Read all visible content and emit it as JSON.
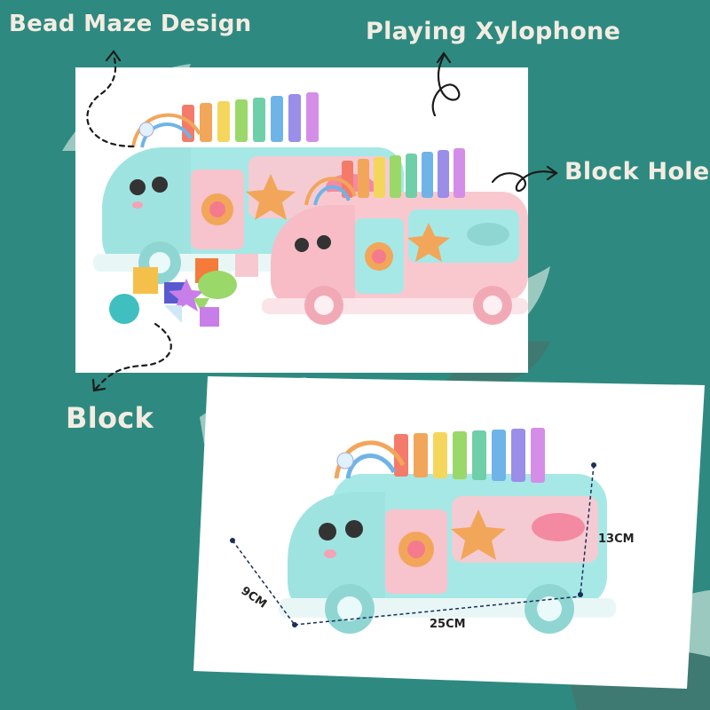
{
  "labels": {
    "bead_maze": "Bead Maze Design",
    "xylophone": "Playing Xylophone",
    "block_hole": "Block Hole",
    "block": "Block"
  },
  "dimensions": {
    "height": "13CM",
    "depth": "9CM",
    "length": "25CM"
  },
  "colors": {
    "background": "#2e8a80",
    "label_text": "#f4ece2",
    "blue_bus": "#9fe3e0",
    "pink_bus": "#f7c3cc",
    "leaf_light": "#9cc9bf",
    "leaf_dark": "#3f7a72"
  }
}
